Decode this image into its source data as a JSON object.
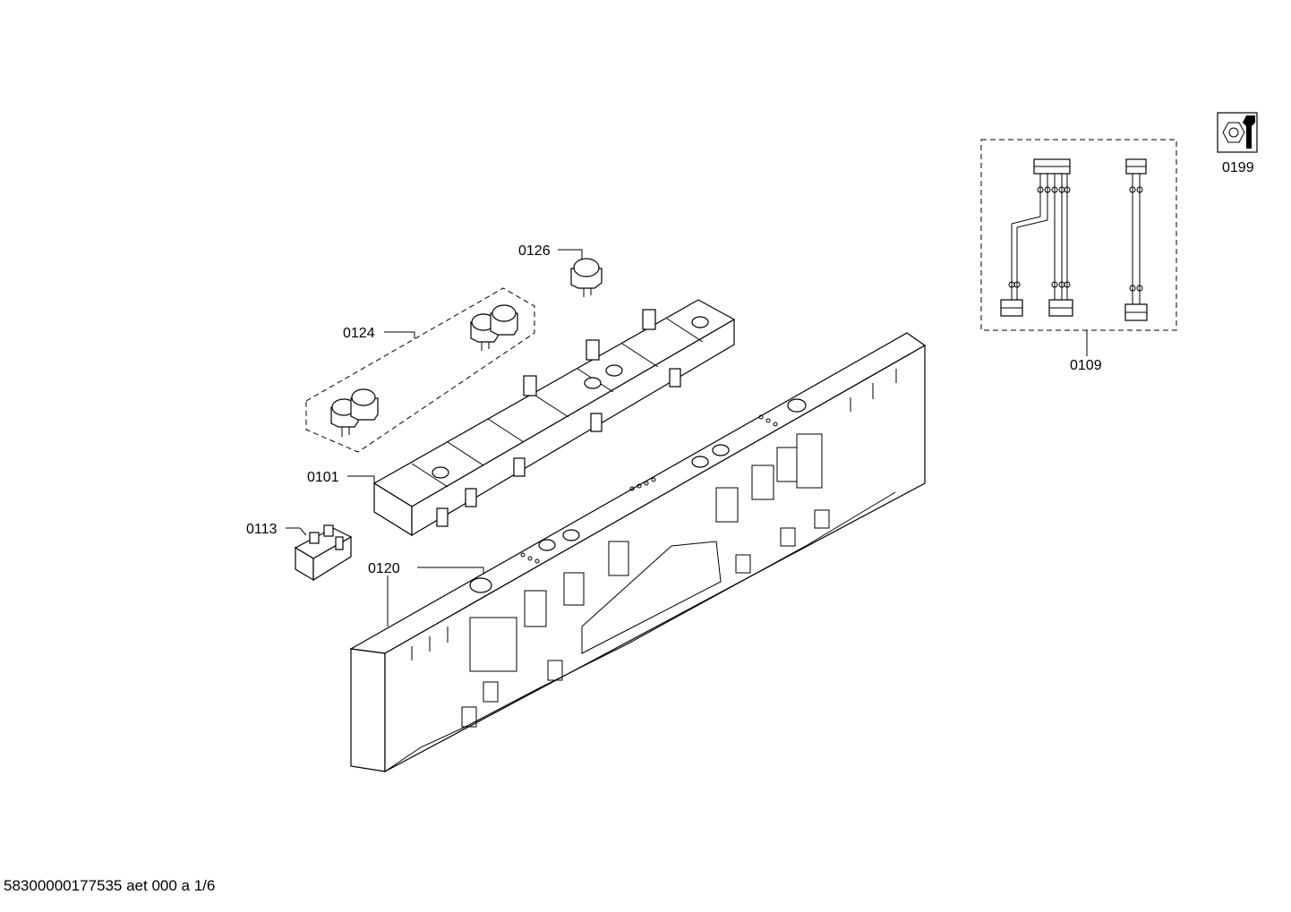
{
  "parts": {
    "p0126": "0126",
    "p0124": "0124",
    "p0101": "0101",
    "p0113": "0113",
    "p0120": "0120",
    "p0109": "0109",
    "p0199": "0199"
  },
  "footer": "58300000177535 aet 000 a 1/6",
  "icons": {
    "service": "nut-and-wrench-icon"
  }
}
